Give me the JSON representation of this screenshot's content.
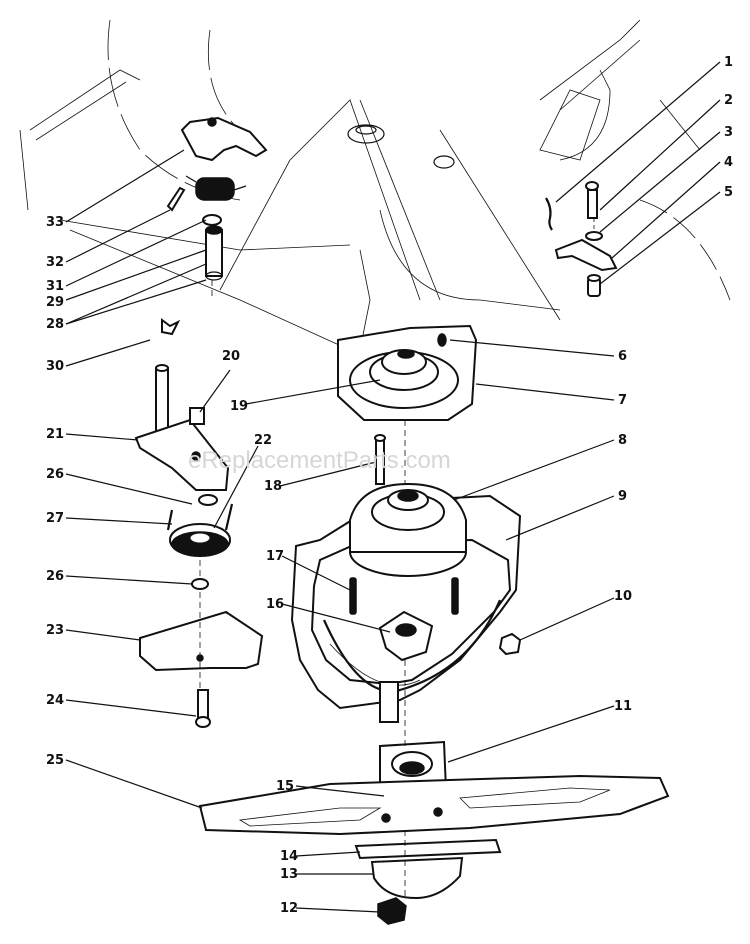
{
  "watermark": "eReplacementParts.com",
  "callouts": [
    "1",
    "2",
    "3",
    "4",
    "5",
    "6",
    "7",
    "8",
    "9",
    "10",
    "11",
    "12",
    "13",
    "14",
    "15",
    "16",
    "17",
    "18",
    "19",
    "20",
    "21",
    "22",
    "23",
    "24",
    "25",
    "26",
    "27",
    "28",
    "29",
    "30",
    "31",
    "32",
    "33"
  ],
  "left_callouts": [
    "33",
    "32",
    "31",
    "29",
    "28",
    "30",
    "21",
    "26",
    "27",
    "26",
    "23",
    "24",
    "25"
  ],
  "colors": {
    "ink": "#111111",
    "background": "#ffffff",
    "watermark": "#d6d6d6"
  }
}
